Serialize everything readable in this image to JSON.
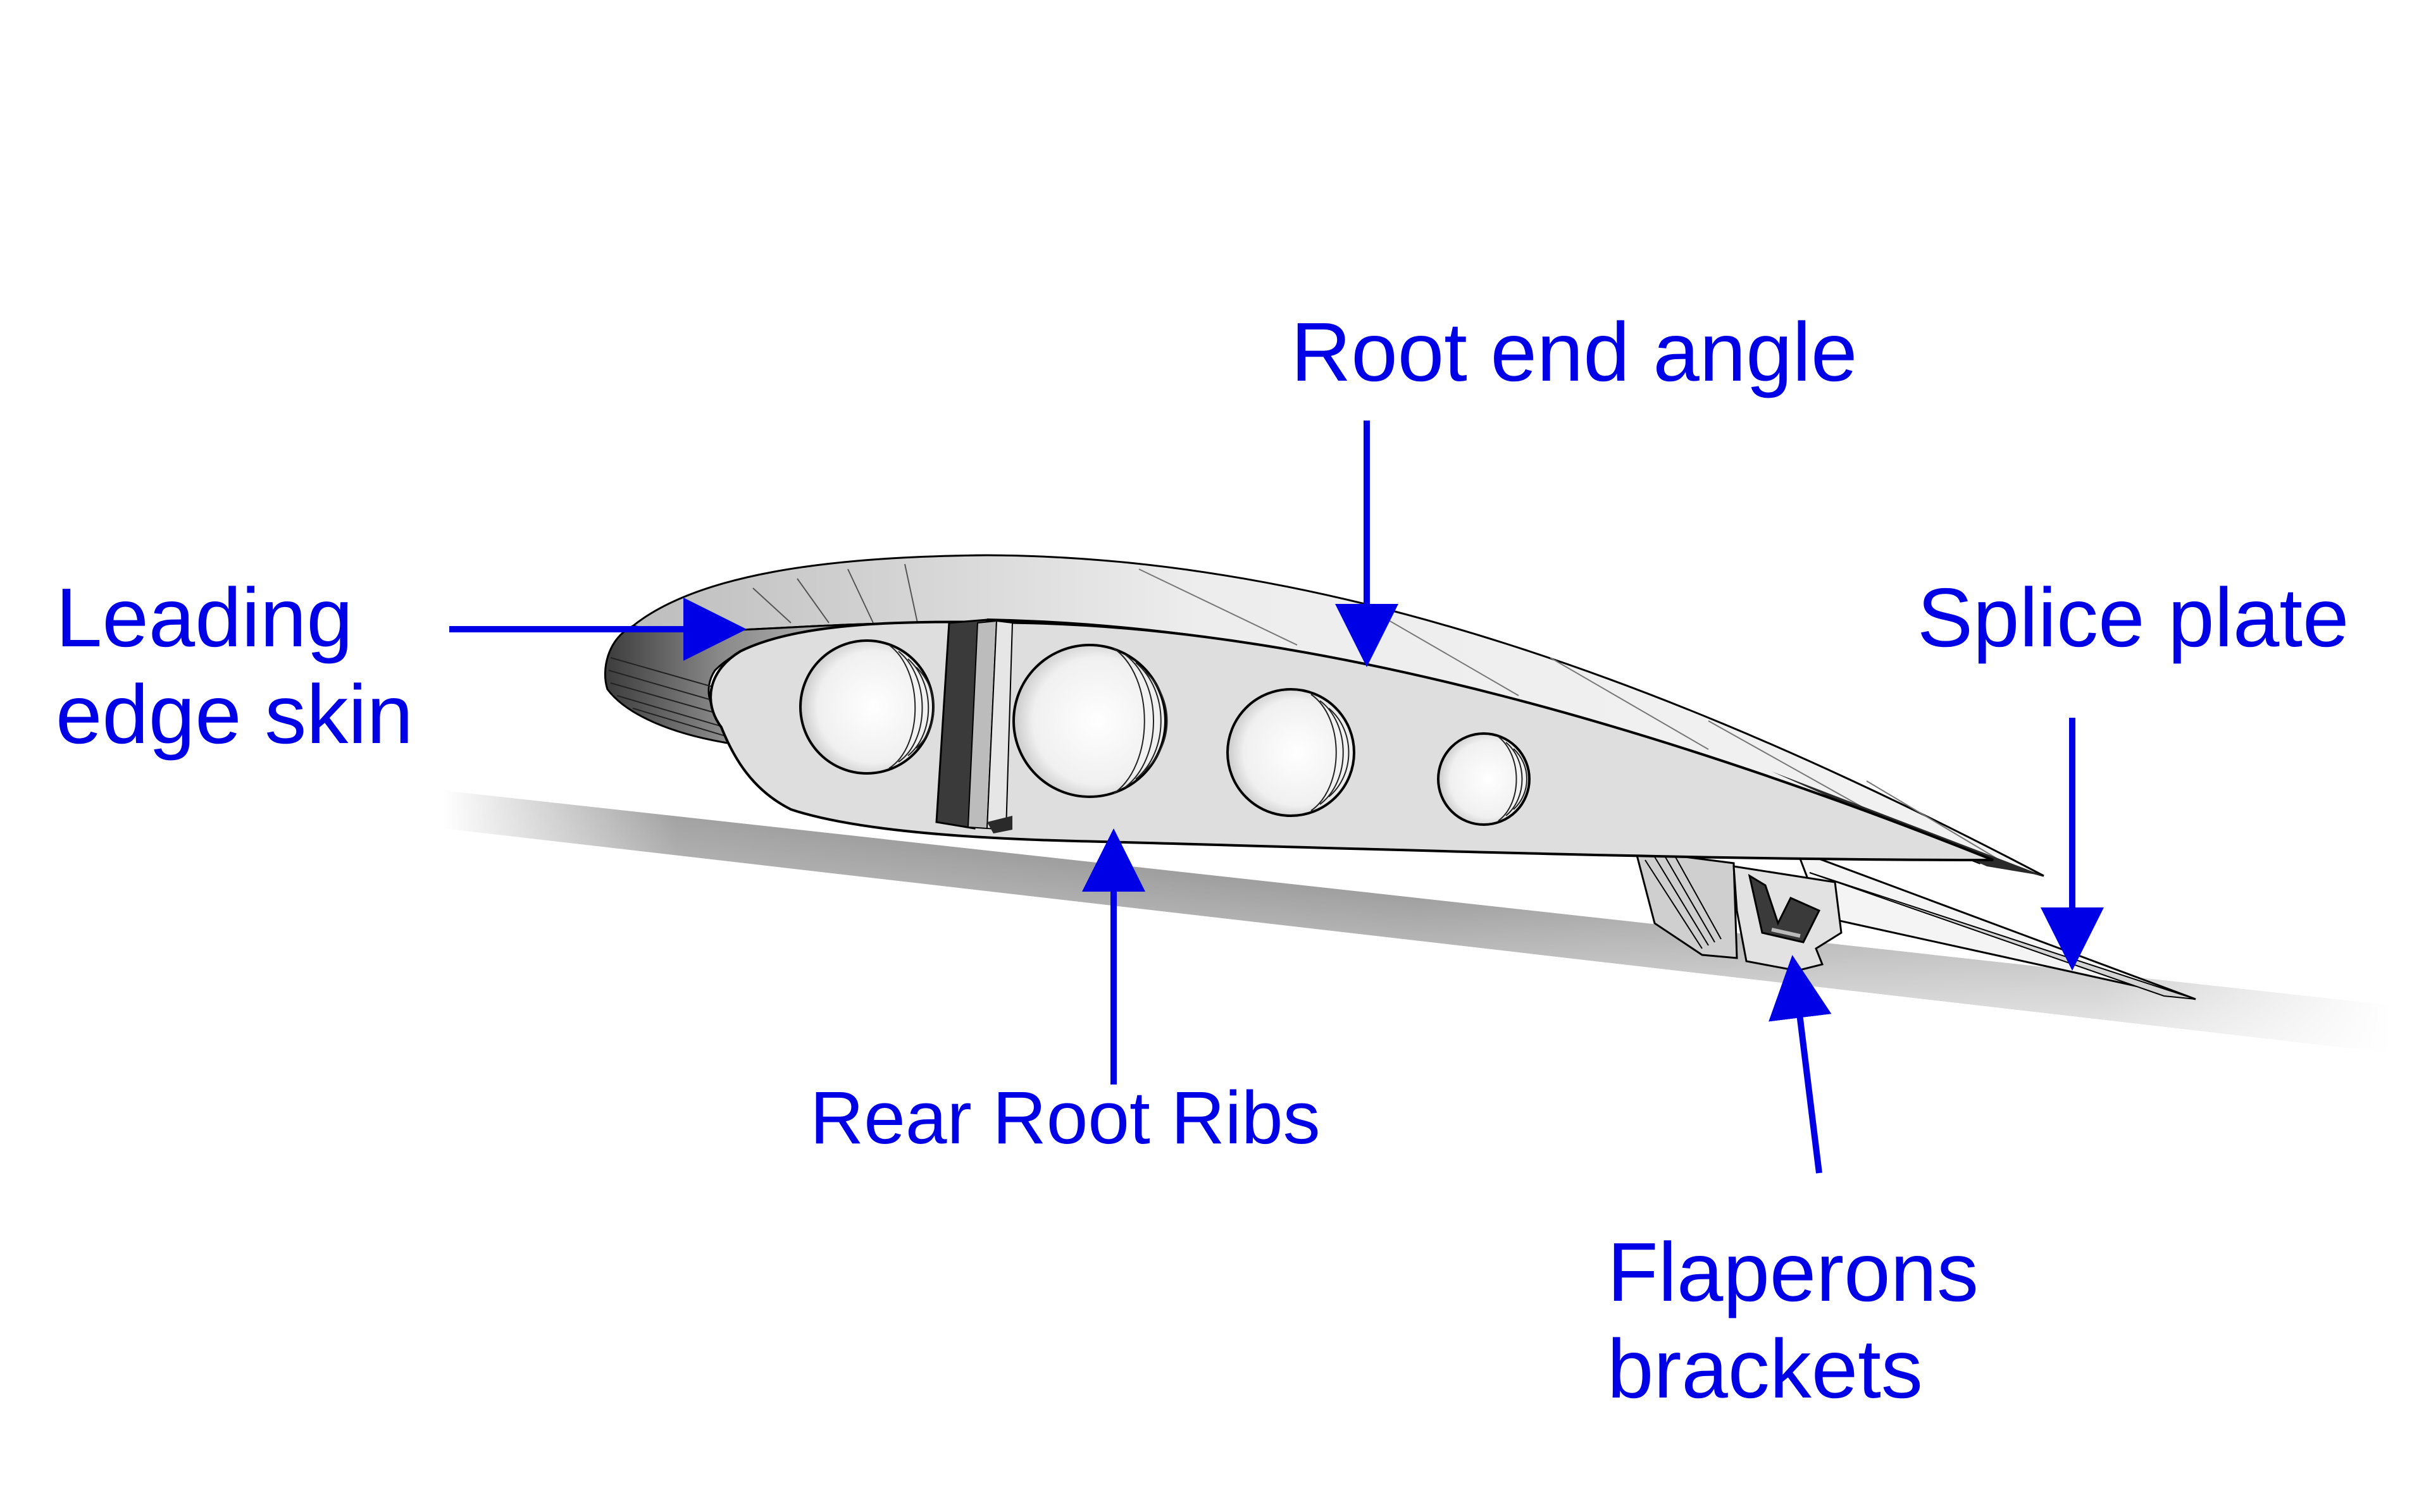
{
  "labels": {
    "leading_edge_skin": {
      "line1": "Leading",
      "line2": "edge skin"
    },
    "root_end_angle": "Root end angle",
    "splice_plate": "Splice plate",
    "rear_root_ribs": "Rear Root Ribs",
    "flaperons_brackets": {
      "line1": "Flaperons",
      "line2": "brackets"
    }
  },
  "colors": {
    "annotation": "#0000e6",
    "rib_face": "#dcdcdc",
    "skin_light": "#e6e6e6",
    "skin_dark": "#4a4a4a",
    "shadow": "#6e6e6e",
    "outline": "#000000"
  }
}
